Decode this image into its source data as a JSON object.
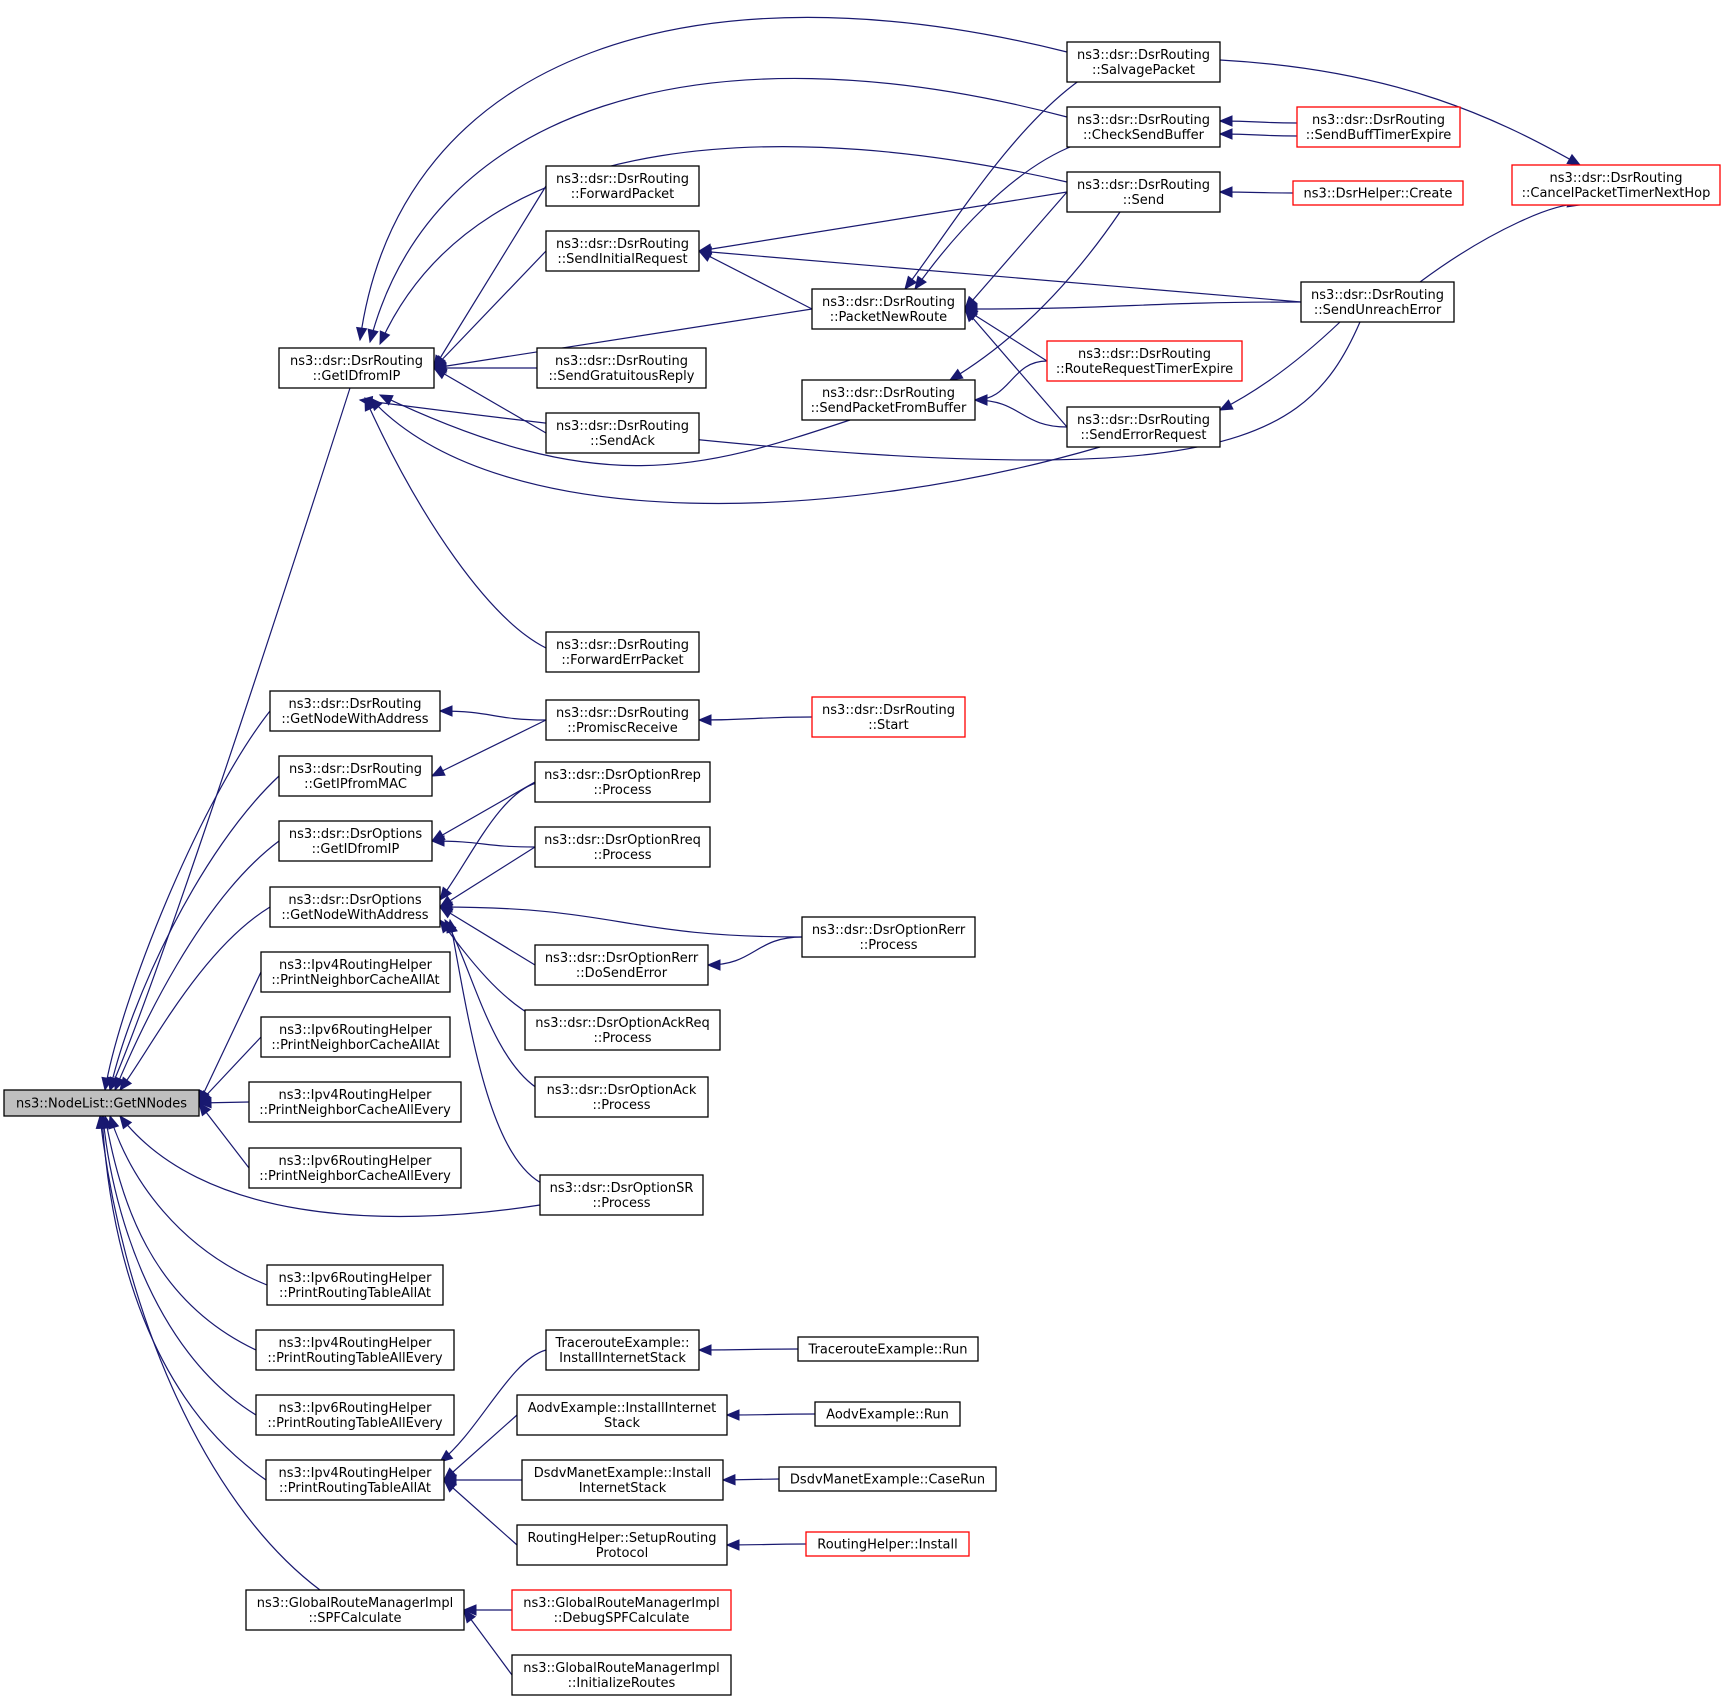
{
  "colors": {
    "edge": "#191970",
    "root_fill": "#bfbfbf",
    "truncated_border": "#ff0000",
    "border": "#000000"
  },
  "nodes": {
    "root": {
      "label": [
        "ns3::NodeList::GetNNodes"
      ],
      "kind": "root"
    },
    "dsrGetID": {
      "label": [
        "ns3::dsr::DsrRouting",
        "::GetIDfromIP"
      ]
    },
    "salvage": {
      "label": [
        "ns3::dsr::DsrRouting",
        "::SalvagePacket"
      ]
    },
    "checkSend": {
      "label": [
        "ns3::dsr::DsrRouting",
        "::CheckSendBuffer"
      ]
    },
    "buffTimer": {
      "label": [
        "ns3::dsr::DsrRouting",
        "::SendBuffTimerExpire"
      ],
      "kind": "trunc"
    },
    "send": {
      "label": [
        "ns3::dsr::DsrRouting",
        "::Send"
      ]
    },
    "helperCreate": {
      "label": [
        "ns3::DsrHelper::Create"
      ],
      "kind": "trunc"
    },
    "cancelTimer": {
      "label": [
        "ns3::dsr::DsrRouting",
        "::CancelPacketTimerNextHop"
      ],
      "kind": "trunc"
    },
    "forward": {
      "label": [
        "ns3::dsr::DsrRouting",
        "::ForwardPacket"
      ]
    },
    "initReq": {
      "label": [
        "ns3::dsr::DsrRouting",
        "::SendInitialRequest"
      ]
    },
    "newRoute": {
      "label": [
        "ns3::dsr::DsrRouting",
        "::PacketNewRoute"
      ]
    },
    "unreach": {
      "label": [
        "ns3::dsr::DsrRouting",
        "::SendUnreachError"
      ]
    },
    "rreqTimer": {
      "label": [
        "ns3::dsr::DsrRouting",
        "::RouteRequestTimerExpire"
      ],
      "kind": "trunc"
    },
    "gratReply": {
      "label": [
        "ns3::dsr::DsrRouting",
        "::SendGratuitousReply"
      ]
    },
    "fromBuffer": {
      "label": [
        "ns3::dsr::DsrRouting",
        "::SendPacketFromBuffer"
      ]
    },
    "errReq": {
      "label": [
        "ns3::dsr::DsrRouting",
        "::SendErrorRequest"
      ]
    },
    "sendAck": {
      "label": [
        "ns3::dsr::DsrRouting",
        "::SendAck"
      ]
    },
    "fwdErr": {
      "label": [
        "ns3::dsr::DsrRouting",
        "::ForwardErrPacket"
      ]
    },
    "routingGetNode": {
      "label": [
        "ns3::dsr::DsrRouting",
        "::GetNodeWithAddress"
      ]
    },
    "promisc": {
      "label": [
        "ns3::dsr::DsrRouting",
        "::PromiscReceive"
      ]
    },
    "start": {
      "label": [
        "ns3::dsr::DsrRouting",
        "::Start"
      ],
      "kind": "trunc"
    },
    "getIPMac": {
      "label": [
        "ns3::dsr::DsrRouting",
        "::GetIPfromMAC"
      ]
    },
    "optGetID": {
      "label": [
        "ns3::dsr::DsrOptions",
        "::GetIDfromIP"
      ]
    },
    "rrep": {
      "label": [
        "ns3::dsr::DsrOptionRrep",
        "::Process"
      ]
    },
    "rreq": {
      "label": [
        "ns3::dsr::DsrOptionRreq",
        "::Process"
      ]
    },
    "optGetNode": {
      "label": [
        "ns3::dsr::DsrOptions",
        "::GetNodeWithAddress"
      ]
    },
    "rerrProc": {
      "label": [
        "ns3::dsr::DsrOptionRerr",
        "::Process"
      ]
    },
    "doSendErr": {
      "label": [
        "ns3::dsr::DsrOptionRerr",
        "::DoSendError"
      ]
    },
    "ackReq": {
      "label": [
        "ns3::dsr::DsrOptionAckReq",
        "::Process"
      ]
    },
    "ack": {
      "label": [
        "ns3::dsr::DsrOptionAck",
        "::Process"
      ]
    },
    "sr": {
      "label": [
        "ns3::dsr::DsrOptionSR",
        "::Process"
      ]
    },
    "v4NbrAt": {
      "label": [
        "ns3::Ipv4RoutingHelper",
        "::PrintNeighborCacheAllAt"
      ]
    },
    "v6NbrAt": {
      "label": [
        "ns3::Ipv6RoutingHelper",
        "::PrintNeighborCacheAllAt"
      ]
    },
    "v4NbrEvery": {
      "label": [
        "ns3::Ipv4RoutingHelper",
        "::PrintNeighborCacheAllEvery"
      ]
    },
    "v6NbrEvery": {
      "label": [
        "ns3::Ipv6RoutingHelper",
        "::PrintNeighborCacheAllEvery"
      ]
    },
    "v6RtAt": {
      "label": [
        "ns3::Ipv6RoutingHelper",
        "::PrintRoutingTableAllAt"
      ]
    },
    "v4RtEvery": {
      "label": [
        "ns3::Ipv4RoutingHelper",
        "::PrintRoutingTableAllEvery"
      ]
    },
    "v6RtEvery": {
      "label": [
        "ns3::Ipv6RoutingHelper",
        "::PrintRoutingTableAllEvery"
      ]
    },
    "v4RtAt": {
      "label": [
        "ns3::Ipv4RoutingHelper",
        "::PrintRoutingTableAllAt"
      ]
    },
    "traceInstall": {
      "label": [
        "TracerouteExample::",
        "InstallInternetStack"
      ]
    },
    "traceRun": {
      "label": [
        "TracerouteExample::Run"
      ]
    },
    "aodvInstall": {
      "label": [
        "AodvExample::InstallInternet",
        "Stack"
      ]
    },
    "aodvRun": {
      "label": [
        "AodvExample::Run"
      ]
    },
    "dsdvInstall": {
      "label": [
        "DsdvManetExample::Install",
        "InternetStack"
      ]
    },
    "dsdvRun": {
      "label": [
        "DsdvManetExample::CaseRun"
      ]
    },
    "setupRouting": {
      "label": [
        "RoutingHelper::SetupRouting",
        "Protocol"
      ]
    },
    "rhInstall": {
      "label": [
        "RoutingHelper::Install"
      ],
      "kind": "trunc"
    },
    "spf": {
      "label": [
        "ns3::GlobalRouteManagerImpl",
        "::SPFCalculate"
      ]
    },
    "debugSpf": {
      "label": [
        "ns3::GlobalRouteManagerImpl",
        "::DebugSPFCalculate"
      ],
      "kind": "trunc"
    },
    "initRoutes": {
      "label": [
        "ns3::GlobalRouteManagerImpl",
        "::InitializeRoutes"
      ]
    }
  },
  "edges": [
    [
      "root",
      "dsrGetID"
    ],
    [
      "root",
      "routingGetNode"
    ],
    [
      "root",
      "getIPMac"
    ],
    [
      "root",
      "optGetID"
    ],
    [
      "root",
      "optGetNode"
    ],
    [
      "root",
      "v4NbrAt"
    ],
    [
      "root",
      "v6NbrAt"
    ],
    [
      "root",
      "v4NbrEvery"
    ],
    [
      "root",
      "v6NbrEvery"
    ],
    [
      "root",
      "sr"
    ],
    [
      "root",
      "v6RtAt"
    ],
    [
      "root",
      "v4RtEvery"
    ],
    [
      "root",
      "v6RtEvery"
    ],
    [
      "root",
      "v4RtAt"
    ],
    [
      "root",
      "spf"
    ],
    [
      "dsrGetID",
      "salvage"
    ],
    [
      "dsrGetID",
      "checkSend"
    ],
    [
      "dsrGetID",
      "send"
    ],
    [
      "dsrGetID",
      "forward"
    ],
    [
      "dsrGetID",
      "initReq"
    ],
    [
      "dsrGetID",
      "newRoute"
    ],
    [
      "dsrGetID",
      "gratReply"
    ],
    [
      "dsrGetID",
      "sendAck"
    ],
    [
      "dsrGetID",
      "fromBuffer"
    ],
    [
      "dsrGetID",
      "errReq"
    ],
    [
      "dsrGetID",
      "unreach"
    ],
    [
      "dsrGetID",
      "fwdErr"
    ],
    [
      "salvage",
      "cancelTimer"
    ],
    [
      "checkSend",
      "buffTimer"
    ],
    [
      "buffTimer",
      "checkSend"
    ],
    [
      "send",
      "helperCreate"
    ],
    [
      "initReq",
      "send"
    ],
    [
      "initReq",
      "unreach"
    ],
    [
      "initReq",
      "newRoute"
    ],
    [
      "newRoute",
      "salvage"
    ],
    [
      "newRoute",
      "checkSend"
    ],
    [
      "newRoute",
      "send"
    ],
    [
      "newRoute",
      "unreach"
    ],
    [
      "newRoute",
      "rreqTimer"
    ],
    [
      "newRoute",
      "errReq"
    ],
    [
      "unreach",
      "cancelTimer"
    ],
    [
      "fromBuffer",
      "send"
    ],
    [
      "fromBuffer",
      "rreqTimer"
    ],
    [
      "fromBuffer",
      "errReq"
    ],
    [
      "errReq",
      "unreach"
    ],
    [
      "routingGetNode",
      "promisc"
    ],
    [
      "getIPMac",
      "promisc"
    ],
    [
      "promisc",
      "start"
    ],
    [
      "optGetID",
      "rrep"
    ],
    [
      "optGetID",
      "rreq"
    ],
    [
      "optGetNode",
      "rrep"
    ],
    [
      "optGetNode",
      "rreq"
    ],
    [
      "optGetNode",
      "rerrProc"
    ],
    [
      "optGetNode",
      "doSendErr"
    ],
    [
      "optGetNode",
      "ackReq"
    ],
    [
      "optGetNode",
      "ack"
    ],
    [
      "optGetNode",
      "sr"
    ],
    [
      "doSendErr",
      "rerrProc"
    ],
    [
      "v4RtAt",
      "traceInstall"
    ],
    [
      "v4RtAt",
      "aodvInstall"
    ],
    [
      "v4RtAt",
      "dsdvInstall"
    ],
    [
      "v4RtAt",
      "setupRouting"
    ],
    [
      "traceInstall",
      "traceRun"
    ],
    [
      "aodvInstall",
      "aodvRun"
    ],
    [
      "dsdvInstall",
      "dsdvRun"
    ],
    [
      "setupRouting",
      "rhInstall"
    ],
    [
      "spf",
      "debugSpf"
    ],
    [
      "spf",
      "initRoutes"
    ]
  ]
}
